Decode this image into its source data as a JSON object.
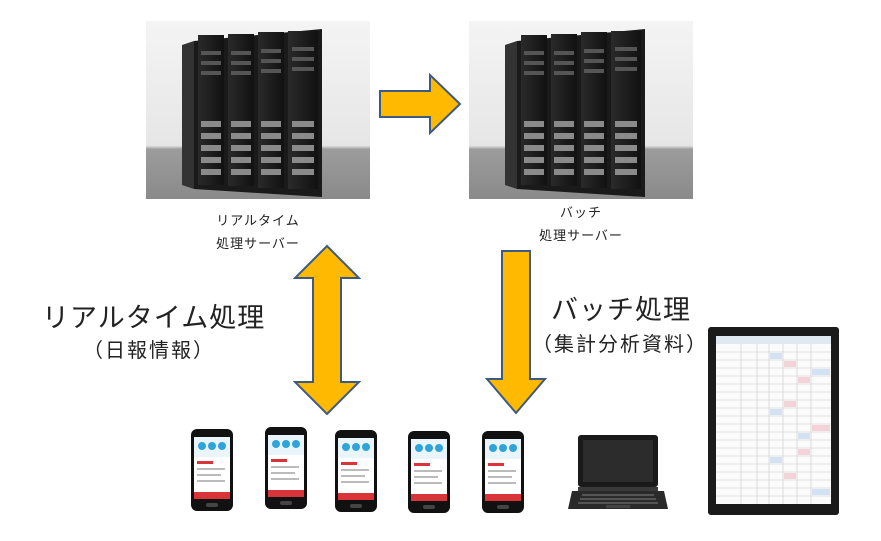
{
  "servers": {
    "realtime": {
      "label_line1": "リアルタイム",
      "label_line2": "処理サーバー"
    },
    "batch": {
      "label_line1": "バッチ",
      "label_line2": "処理サーバー"
    }
  },
  "flows": {
    "realtime": {
      "title": "リアルタイム処理",
      "subtitle": "（日報情報）"
    },
    "batch": {
      "title": "バッチ処理",
      "subtitle": "（集計分析資料）"
    }
  },
  "colors": {
    "arrow_fill": "#ffba00",
    "arrow_stroke": "#3d5a80",
    "phone_accent": "#2fa4d8",
    "phone_red": "#d9343a"
  },
  "icons": [
    "server-rack",
    "smartphone",
    "laptop",
    "tablet-report"
  ]
}
